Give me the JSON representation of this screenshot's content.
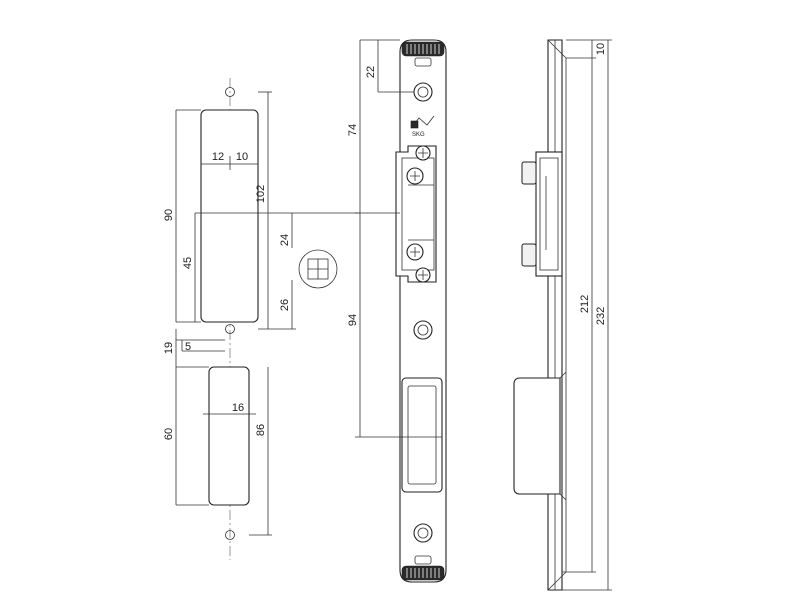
{
  "dimensions": {
    "d22": "22",
    "d74": "74",
    "d12": "12",
    "d10a": "10",
    "d90": "90",
    "d102": "102",
    "d24": "24",
    "d45": "45",
    "d26": "26",
    "d94": "94",
    "d19": "19",
    "d5": "5",
    "d16": "16",
    "d60": "60",
    "d86": "86",
    "d10b": "10",
    "d212": "212",
    "d232": "232"
  },
  "logo": {
    "text": "SKG"
  }
}
